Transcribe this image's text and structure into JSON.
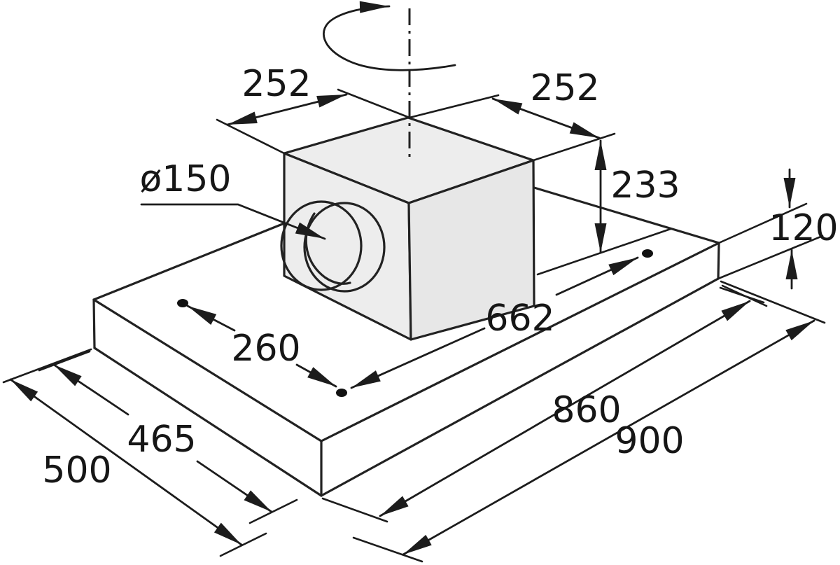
{
  "diagram": {
    "type": "technical-dimension-drawing",
    "subject": "ceiling-mounted extractor unit with motor box and round duct spigot, isometric view",
    "labels": {
      "top_width_left": "252",
      "top_width_right": "252",
      "duct_diameter": "ø150",
      "motor_box_height": "233",
      "body_height": "120",
      "mount_spacing_long": "662",
      "mount_spacing_short": "260",
      "inner_length": "860",
      "body_length": "900",
      "inner_width": "465",
      "body_width": "500"
    }
  }
}
